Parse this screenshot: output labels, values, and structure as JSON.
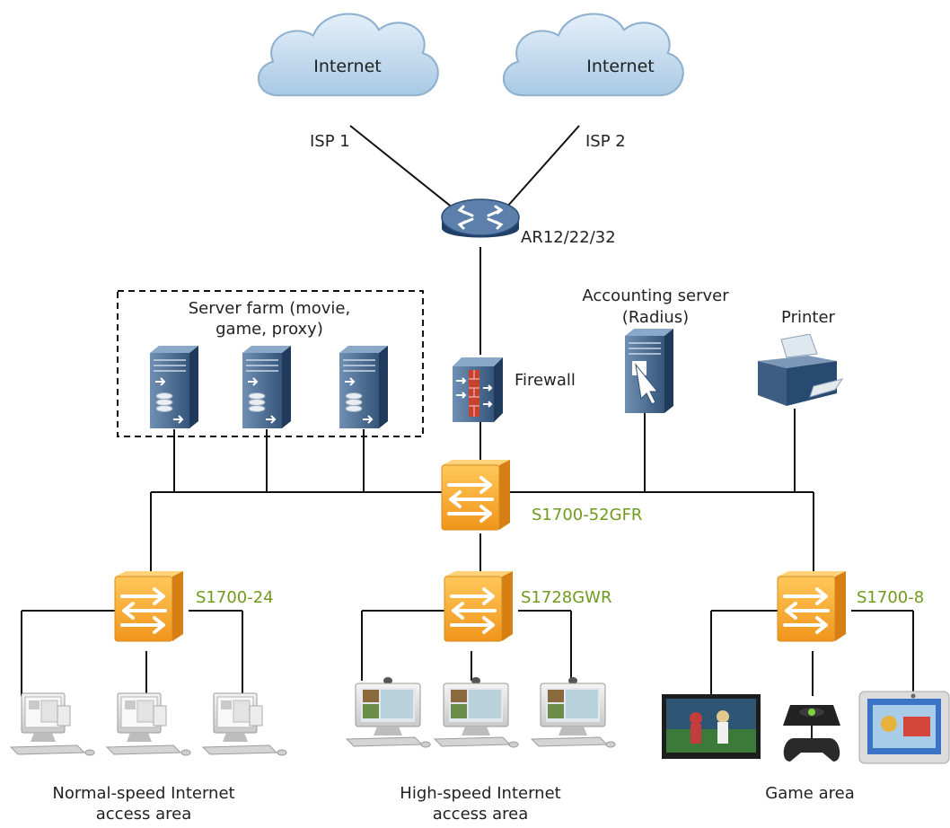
{
  "clouds": [
    {
      "label": "Internet",
      "isp": "ISP 1"
    },
    {
      "label": "Internet",
      "isp": "ISP 2"
    }
  ],
  "router": {
    "label": "AR12/22/32",
    "icon": "router-icon"
  },
  "firewall": {
    "label": "Firewall",
    "icon": "firewall-icon"
  },
  "server_farm": {
    "line1": "Server farm (movie,",
    "line2": "game, proxy)",
    "server_icon": "database-server-icon"
  },
  "accounting_server": {
    "line1": "Accounting server",
    "line2": "(Radius)",
    "icon": "accounting-server-icon"
  },
  "printer": {
    "label": "Printer",
    "icon": "printer-icon"
  },
  "switches": {
    "core": "S1700-52GFR",
    "left": "S1700-24",
    "middle": "S1728GWR",
    "right": "S1700-8"
  },
  "areas": {
    "normal": {
      "line1": "Normal-speed Internet",
      "line2": "access area"
    },
    "high": {
      "line1": "High-speed Internet",
      "line2": "access area"
    },
    "game": {
      "line1": "Game area"
    }
  },
  "colors": {
    "switch_orange": "#f5a623",
    "device_blue": "#2c4f74",
    "switch_label_green": "#6f9a1e",
    "cloud_blue": "#c4dcef"
  }
}
